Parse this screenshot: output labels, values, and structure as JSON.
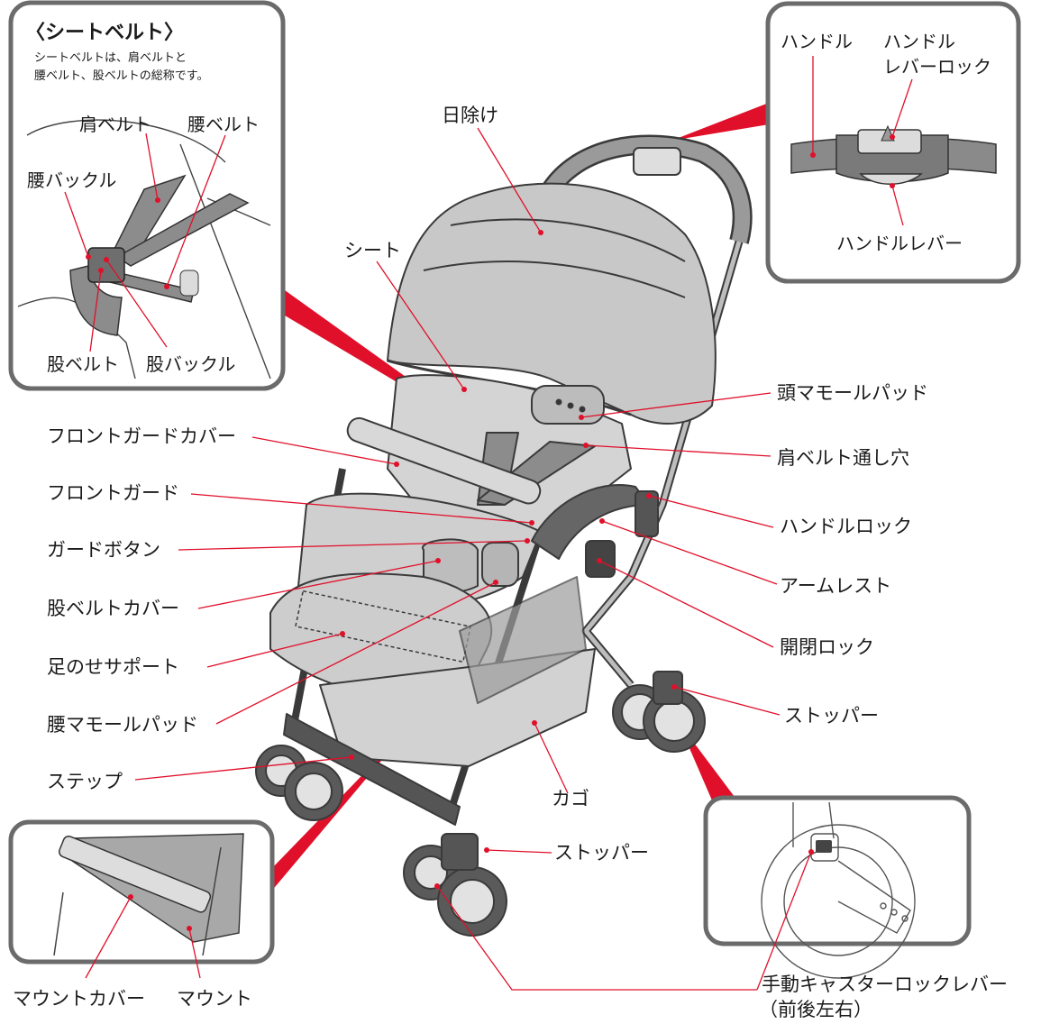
{
  "colors": {
    "leader": "#e0102a",
    "panel_border": "#6b6b6b",
    "stroller_gray": "#c8c8c8",
    "stroller_dark": "#555555",
    "outline": "#3a3a3a"
  },
  "inset_seatbelt": {
    "title": "〈シートベルト〉",
    "note_line1": "シートベルトは、肩ベルトと",
    "note_line2": "腰ベルト、股ベルトの総称です。",
    "labels": {
      "shoulder_belt": "肩ベルト",
      "waist_belt": "腰ベルト",
      "waist_buckle": "腰バックル",
      "crotch_belt": "股ベルト",
      "crotch_buckle": "股バックル"
    }
  },
  "inset_handle": {
    "labels": {
      "handle": "ハンドル",
      "handle_lever_lock_line1": "ハンドル",
      "handle_lever_lock_line2": "レバーロック",
      "handle_lever": "ハンドルレバー"
    }
  },
  "inset_mount": {
    "labels": {
      "mount_cover": "マウントカバー",
      "mount": "マウント"
    }
  },
  "main_labels": {
    "sunshade": "日除け",
    "seat": "シート",
    "head_pad": "頭マモールパッド",
    "shoulder_belt_hole": "肩ベルト通し穴",
    "front_guard_cover": "フロントガードカバー",
    "front_guard": "フロントガード",
    "guard_button": "ガードボタン",
    "handle_lock": "ハンドルロック",
    "armrest": "アームレスト",
    "crotch_belt_cover": "股ベルトカバー",
    "foot_support": "足のせサポート",
    "folding_lock": "開閉ロック",
    "waist_pad": "腰マモールパッド",
    "stopper_rear": "ストッパー",
    "step": "ステップ",
    "basket": "カゴ",
    "stopper_front": "ストッパー",
    "caster_lock_line1": "手動キャスターロックレバー",
    "caster_lock_line2": "（前後左右）"
  }
}
